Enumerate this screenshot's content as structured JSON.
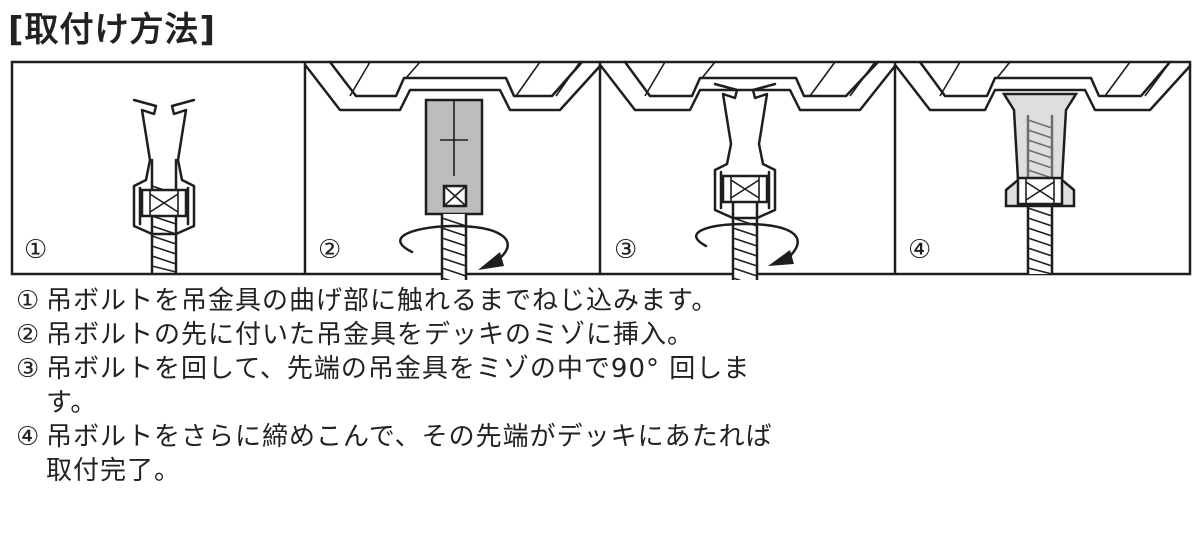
{
  "title": "[取付け方法]",
  "panels": [
    {
      "label": "①"
    },
    {
      "label": "②"
    },
    {
      "label": "③"
    },
    {
      "label": "④"
    }
  ],
  "steps": [
    {
      "num": "①",
      "text": "吊ボルトを吊金具の曲げ部に触れるまでねじ込みます。"
    },
    {
      "num": "②",
      "text": "吊ボルトの先に付いた吊金具をデッキのミゾに挿入。"
    },
    {
      "num": "③",
      "text": "吊ボルトを回して、先端の吊金具をミゾの中で90° 回します。"
    },
    {
      "num": "④",
      "text": "吊ボルトをさらに締めこんで、その先端がデッキにあたれば取付完了。"
    }
  ],
  "colors": {
    "line": "#1e1e1e",
    "shade": "#bdbdbd",
    "background": "#ffffff"
  }
}
